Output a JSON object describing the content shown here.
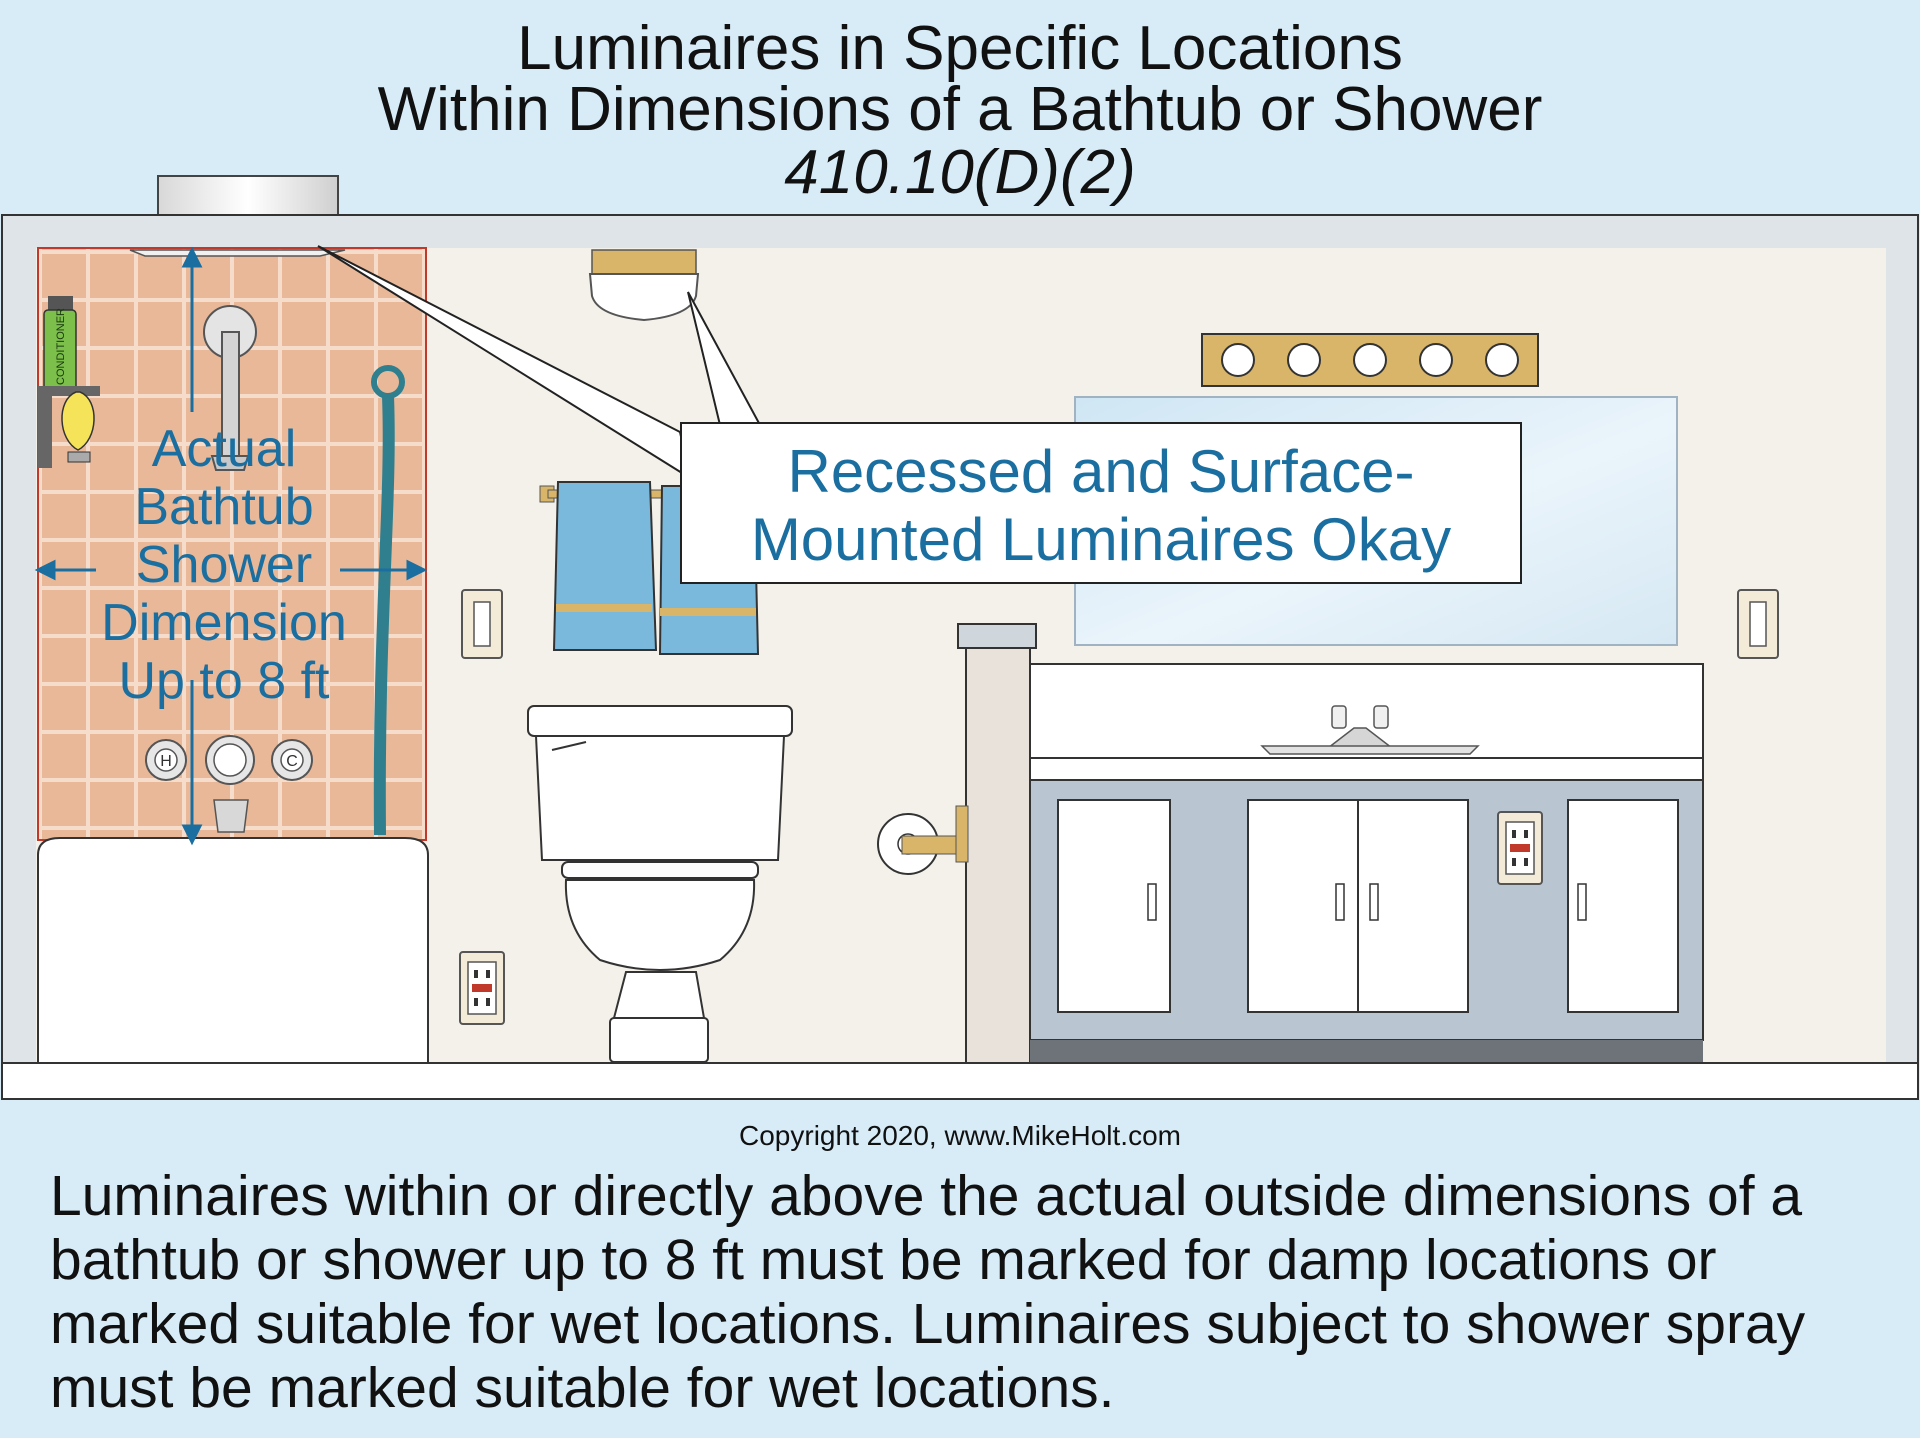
{
  "header": {
    "title_line1": "Luminaires in Specific Locations",
    "title_line2": "Within Dimensions of a Bathtub or Shower",
    "code_reference": "410.10(D)(2)"
  },
  "diagram": {
    "zone_label_lines": [
      "Actual",
      "Bathtub",
      "Shower",
      "Dimension",
      "Up to 8 ft"
    ],
    "callout_lines": [
      "Recessed and Surface-",
      "Mounted Luminaires Okay"
    ],
    "bottle_label": "CONDITIONER",
    "valve_hot_label": "H",
    "valve_cold_label": "C",
    "colors": {
      "background": "#d8ecf8",
      "wall": "#f4f1ea",
      "tile_zone": "#e8b899",
      "zone_border": "#c0392b",
      "label_blue": "#1a6fa0",
      "cabinet": "#b9c6d1",
      "brass": "#d9b56a"
    }
  },
  "footer": {
    "copyright": "Copyright 2020, www.MikeHolt.com",
    "caption": "Luminaires within or directly above the actual outside dimensions of a bathtub or shower up to 8 ft must be marked for damp locations or marked suitable for wet locations. Luminaires subject to shower spray must be marked suitable for wet locations."
  }
}
